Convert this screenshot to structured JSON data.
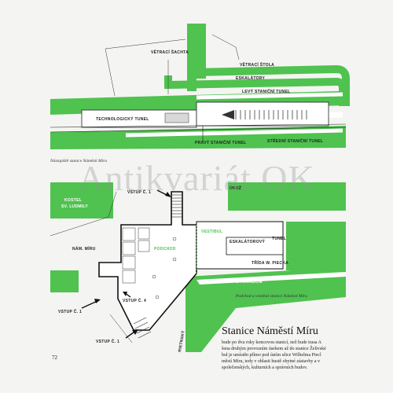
{
  "colors": {
    "green": "#4fc24f",
    "ink": "#1a1a1a",
    "paper": "#f4f4f2"
  },
  "top_plan": {
    "labels": {
      "vetraci_sachta": "VĚTRACÍ ŠACHTA",
      "vetraci_stola": "VĚTRACÍ ŠTOLA",
      "eskalatory": "ESKALÁTORY",
      "levy_tunel": "LEVÝ STANIČNÍ TUNEL",
      "technologicky_tunel": "TECHNOLOGICKÝ TUNEL",
      "pravy_tunel": "PRAVÝ STANIČNÍ TUNEL",
      "stredni_tunel": "STŘEDNÍ STANIČNÍ TUNEL"
    },
    "caption": "Nástupiště stanice Náměstí Míru"
  },
  "watermark": "Antikvariát OK",
  "bottom_plan": {
    "labels": {
      "vstup1_top": "VSTUP Č. 1",
      "ukdz": "ÚKDŽ",
      "kostel": "KOSTEL",
      "sv_ludmily": "SV. LUDMILY",
      "vestibul": "VESTIBUL",
      "eskalatorovy": "ESKALÁTOROVÝ",
      "tunel": "TUNEL",
      "podchod": "PODCHOD",
      "nam_miru": "NÁM. MÍRU",
      "trida": "TŘÍDA W. PIECKA",
      "gymnasium": "GYMNASIUM",
      "vstup4": "VSTUP Č. 4",
      "vstup1_left": "VSTUP Č. 1",
      "vstup1_bottom": "VSTUP Č. 1",
      "rietnsky": "RIETNSKÝ"
    },
    "caption": "Podchod a vestibul stanice Náměstí Míru"
  },
  "article": {
    "heading": "Stanice Náměstí Míru",
    "lines": [
      "bude po dva roky koncovou stanicí, než bude trasa A",
      "šena druhým provozním úsekem až do stanice Želivské",
      "bul je umístěn přímo pod ústím ulice Wilhelma Piecl",
      "městí Míru, tedy v oblasti hustě obytné zástavby a v",
      "společenských, kulturních a správních budov."
    ]
  },
  "page_number": "72"
}
